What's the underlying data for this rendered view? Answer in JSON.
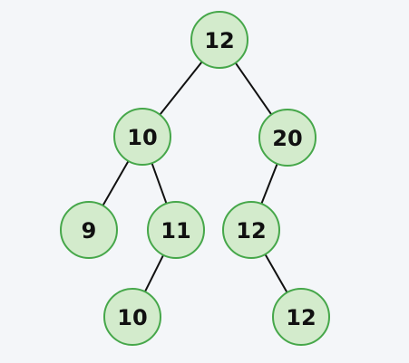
{
  "tree": {
    "nodes": [
      {
        "id": "n1",
        "label": "12"
      },
      {
        "id": "n2",
        "label": "10"
      },
      {
        "id": "n3",
        "label": "20"
      },
      {
        "id": "n4",
        "label": "9"
      },
      {
        "id": "n5",
        "label": "11"
      },
      {
        "id": "n6",
        "label": "12"
      },
      {
        "id": "n7",
        "label": "10"
      },
      {
        "id": "n8",
        "label": "12"
      }
    ],
    "edges": [
      {
        "from": "n1",
        "to": "n2"
      },
      {
        "from": "n1",
        "to": "n3"
      },
      {
        "from": "n2",
        "to": "n4"
      },
      {
        "from": "n2",
        "to": "n5"
      },
      {
        "from": "n3",
        "to": "n6"
      },
      {
        "from": "n5",
        "to": "n7"
      },
      {
        "from": "n6",
        "to": "n8"
      }
    ],
    "colors": {
      "background": "#f4f6f9",
      "node_fill": "#d3ebcc",
      "node_stroke": "#46a74a",
      "edge": "#111111",
      "text": "#111111"
    }
  }
}
